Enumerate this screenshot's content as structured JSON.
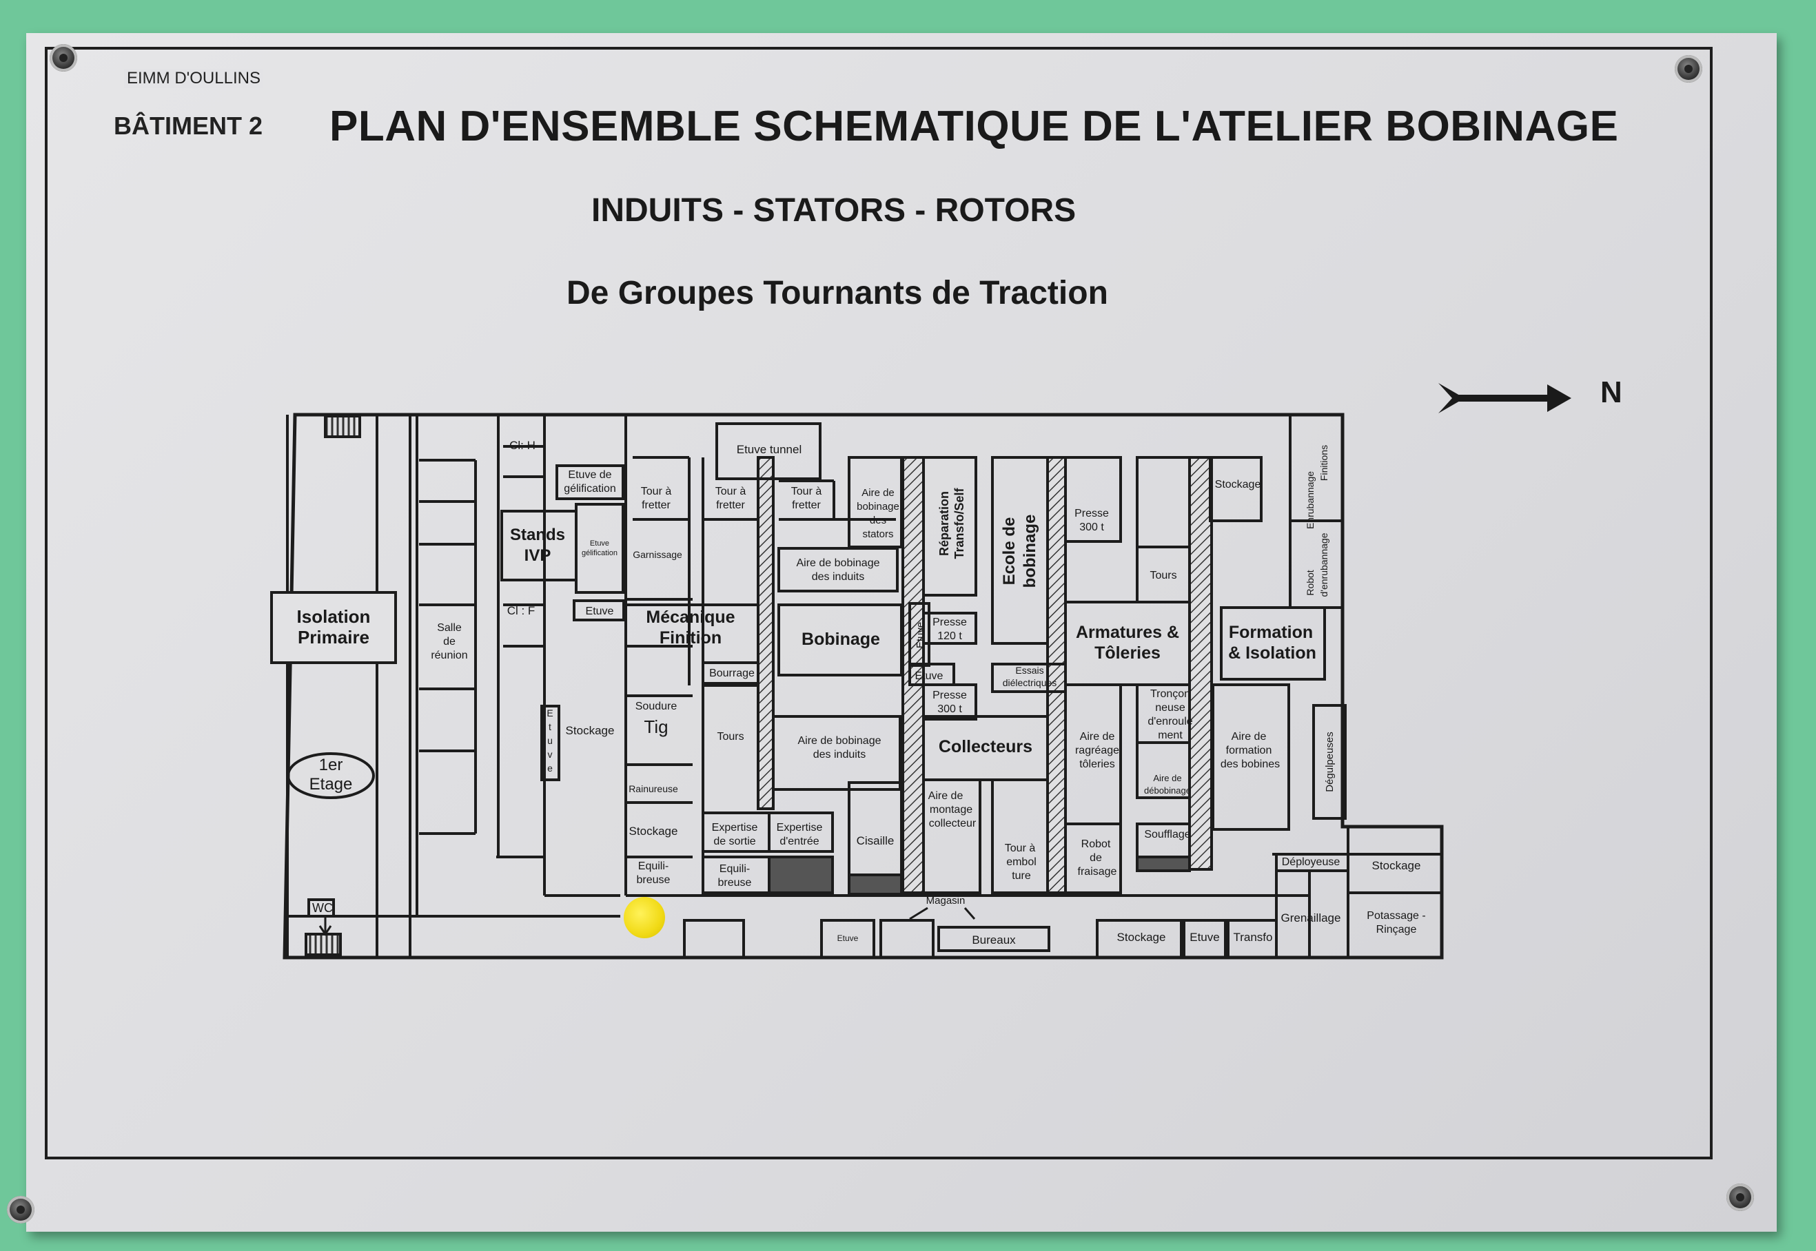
{
  "header": {
    "org": "EIMM D'OULLINS",
    "building": "BÂTIMENT 2",
    "title": "PLAN D'ENSEMBLE SCHEMATIQUE DE L'ATELIER BOBINAGE",
    "subtitle": "INDUITS - STATORS - ROTORS",
    "subtitle2": "De Groupes Tournants de Traction",
    "north": "N"
  },
  "rooms": {
    "isolation_primaire": [
      "Isolation",
      "Primaire"
    ],
    "premier_etage": [
      "1er",
      "Etage"
    ],
    "wc": "WC",
    "salle_reunion": [
      "Salle",
      "de",
      "réunion"
    ],
    "cl_h": "Cl: H",
    "cl_f": "Cl : F",
    "stands_ivp": [
      "Stands",
      "IVP"
    ],
    "etuve_gelification": [
      "Etuve de",
      "gélification"
    ],
    "etuve_gelification_small": [
      "Etuve",
      "gélification"
    ],
    "etuve_left": "Etuve",
    "etuve_vertical": [
      "E",
      "t",
      "u",
      "v",
      "e"
    ],
    "stockage_left": "Stockage",
    "tour_fretter_1": [
      "Tour à",
      "fretter"
    ],
    "garnissage": "Garnissage",
    "mecanique_finition": [
      "Mécanique",
      "Finition"
    ],
    "soudure_tig": [
      "Soudure",
      "Tig"
    ],
    "rainureuse": "Rainureuse",
    "stockage_mid": "Stockage",
    "equilibreuse_1": [
      "Equili-",
      "breuse"
    ],
    "etuve_tunnel": "Etuve tunnel",
    "tour_fretter_2": [
      "Tour à",
      "fretter"
    ],
    "tour_fretter_3": [
      "Tour à",
      "fretter"
    ],
    "aire_bobinage_induits_1": [
      "Aire de bobinage",
      "des induits"
    ],
    "bourrage": "Bourrage",
    "bobinage": "Bobinage",
    "tours_mid": "Tours",
    "aire_bobinage_induits_2": [
      "Aire de bobinage",
      "des induits"
    ],
    "expertise_sortie": [
      "Expertise",
      "de sortie"
    ],
    "expertise_entree": [
      "Expertise",
      "d'entrée"
    ],
    "equilibreuse_2": [
      "Equili-",
      "breuse"
    ],
    "cisaille": "Cisaille",
    "aire_bobinage_stators": [
      "Aire de",
      "bobinage",
      "des",
      "stators"
    ],
    "etuve_vert_mid": "Etuve",
    "etuve_mid": "Etuve",
    "reparation_transfo": [
      "Réparation",
      "Transfo/Self"
    ],
    "presse_120": [
      "Presse",
      "120 t"
    ],
    "presse_300_a": [
      "Presse",
      "300 t"
    ],
    "collecteurs": "Collecteurs",
    "aire_montage_collecteur": [
      "Aire de",
      "montage",
      "collecteur"
    ],
    "magasin": "Magasin",
    "bureaux": "Bureaux",
    "etuve_bottom": "Etuve",
    "ecole_bobinage": [
      "Ecole de",
      "bobinage"
    ],
    "presse_300_b": [
      "Presse",
      "300 t"
    ],
    "essais_dielectriques": [
      "Essais",
      "diélectriques"
    ],
    "tour_emboiture": [
      "Tour à",
      "embol",
      "ture"
    ],
    "armatures_toleries": [
      "Armatures &",
      "Tôleries"
    ],
    "aire_ragreage": [
      "Aire de",
      "ragréage",
      "tôleries"
    ],
    "robot_fraisage": [
      "Robot",
      "de",
      "fraisage"
    ],
    "tours_right": "Tours",
    "stockage_right": "Stockage",
    "troncon_neuse": [
      "Tronçon",
      "neuse",
      "d'enroule",
      "ment"
    ],
    "aire_debobinage": [
      "Aire de",
      "débobinage"
    ],
    "soufflage": "Soufflage",
    "stockage_bottom": "Stockage",
    "etuve_bottom_right": "Etuve",
    "transfo": "Transfo",
    "enrubannage_finitions": [
      "Enrubannage",
      "Finitions"
    ],
    "robot_enrubannage": [
      "Robot",
      "d'enrubannage"
    ],
    "formation_isolation": [
      "Formation",
      "& Isolation"
    ],
    "aire_formation_bobines": [
      "Aire de",
      "formation",
      "des bobines"
    ],
    "degulpeuses": "Dégulpeuses",
    "deployeuse": "Déployeuse",
    "stockage_annex": "Stockage",
    "grenaillage": "Grenaillage",
    "potassage": [
      "Potassage -",
      "Rinçage"
    ]
  }
}
